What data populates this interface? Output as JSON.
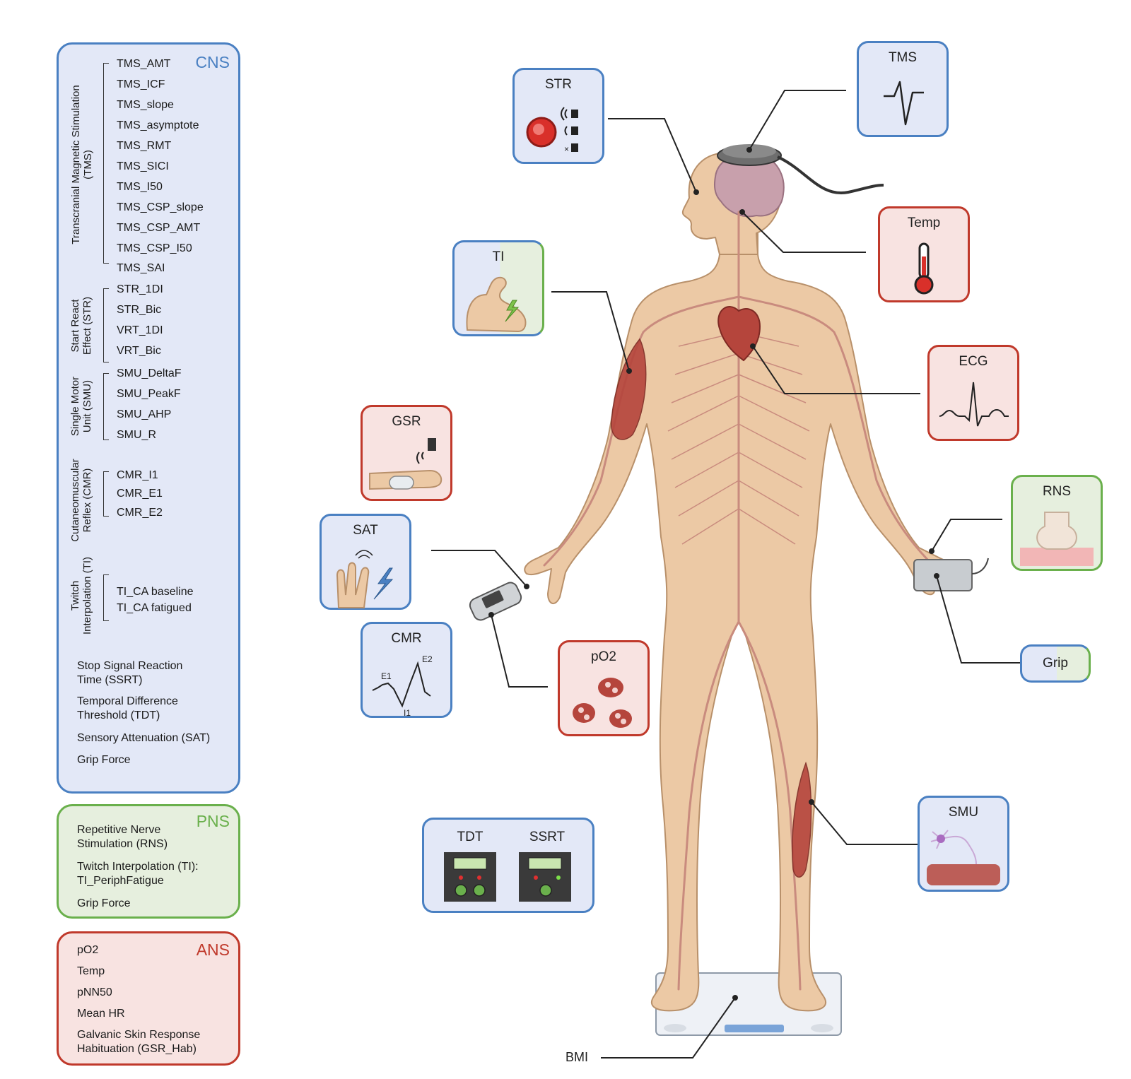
{
  "cns": {
    "title": "CNS",
    "groups": {
      "tms": {
        "label": "Transcranial Magnetic Stimulation (TMS)",
        "items": [
          "TMS_AMT",
          "TMS_ICF",
          "TMS_slope",
          "TMS_asymptote",
          "TMS_RMT",
          "TMS_SICI",
          "TMS_I50",
          "TMS_CSP_slope",
          "TMS_CSP_AMT",
          "TMS_CSP_I50",
          "TMS_SAI"
        ]
      },
      "str": {
        "label": "Start React Effect (STR)",
        "items": [
          "STR_1DI",
          "STR_Bic",
          "VRT_1DI",
          "VRT_Bic"
        ]
      },
      "smu": {
        "label": "Single Motor Unit (SMU)",
        "items": [
          "SMU_DeltaF",
          "SMU_PeakF",
          "SMU_AHP",
          "SMU_R"
        ]
      },
      "cmr": {
        "label": "Cutaneomuscular Reflex (CMR)",
        "items": [
          "CMR_I1",
          "CMR_E1",
          "CMR_E2"
        ]
      },
      "ti": {
        "label": "Twitch Interpolation (TI)",
        "items": [
          "TI_CA baseline",
          "TI_CA fatigued"
        ]
      }
    },
    "extra": [
      "Stop Signal Reaction Time (SSRT)",
      "Temporal Difference Threshold (TDT)",
      "Sensory Attenuation (SAT)",
      "Grip Force"
    ]
  },
  "pns": {
    "title": "PNS",
    "items": [
      "Repetitive Nerve Stimulation (RNS)",
      "Twitch Interpolation (TI): TI_PeriphFatigue",
      "Grip Force"
    ]
  },
  "ans": {
    "title": "ANS",
    "items": [
      "pO2",
      "Temp",
      "pNN50",
      "Mean HR",
      "Galvanic Skin Response Habituation (GSR_Hab)"
    ]
  },
  "boxes": {
    "str": "STR",
    "tms": "TMS",
    "temp": "Temp",
    "ti": "TI",
    "ecg": "ECG",
    "gsr": "GSR",
    "rns": "RNS",
    "sat": "SAT",
    "cmr": "CMR",
    "po2": "pO2",
    "grip": "Grip",
    "smu": "SMU",
    "tdt": "TDT",
    "ssrt": "SSRT",
    "bmi": "BMI"
  },
  "cmr_labels": {
    "e1": "E1",
    "e2": "E2",
    "i1": "I1"
  },
  "colors": {
    "cns": "#4a80c2",
    "pns": "#6ab04c",
    "ans": "#c0392b",
    "skin": "#ecc9a5",
    "nerve": "#c98b7e",
    "muscle": "#b5453c"
  }
}
